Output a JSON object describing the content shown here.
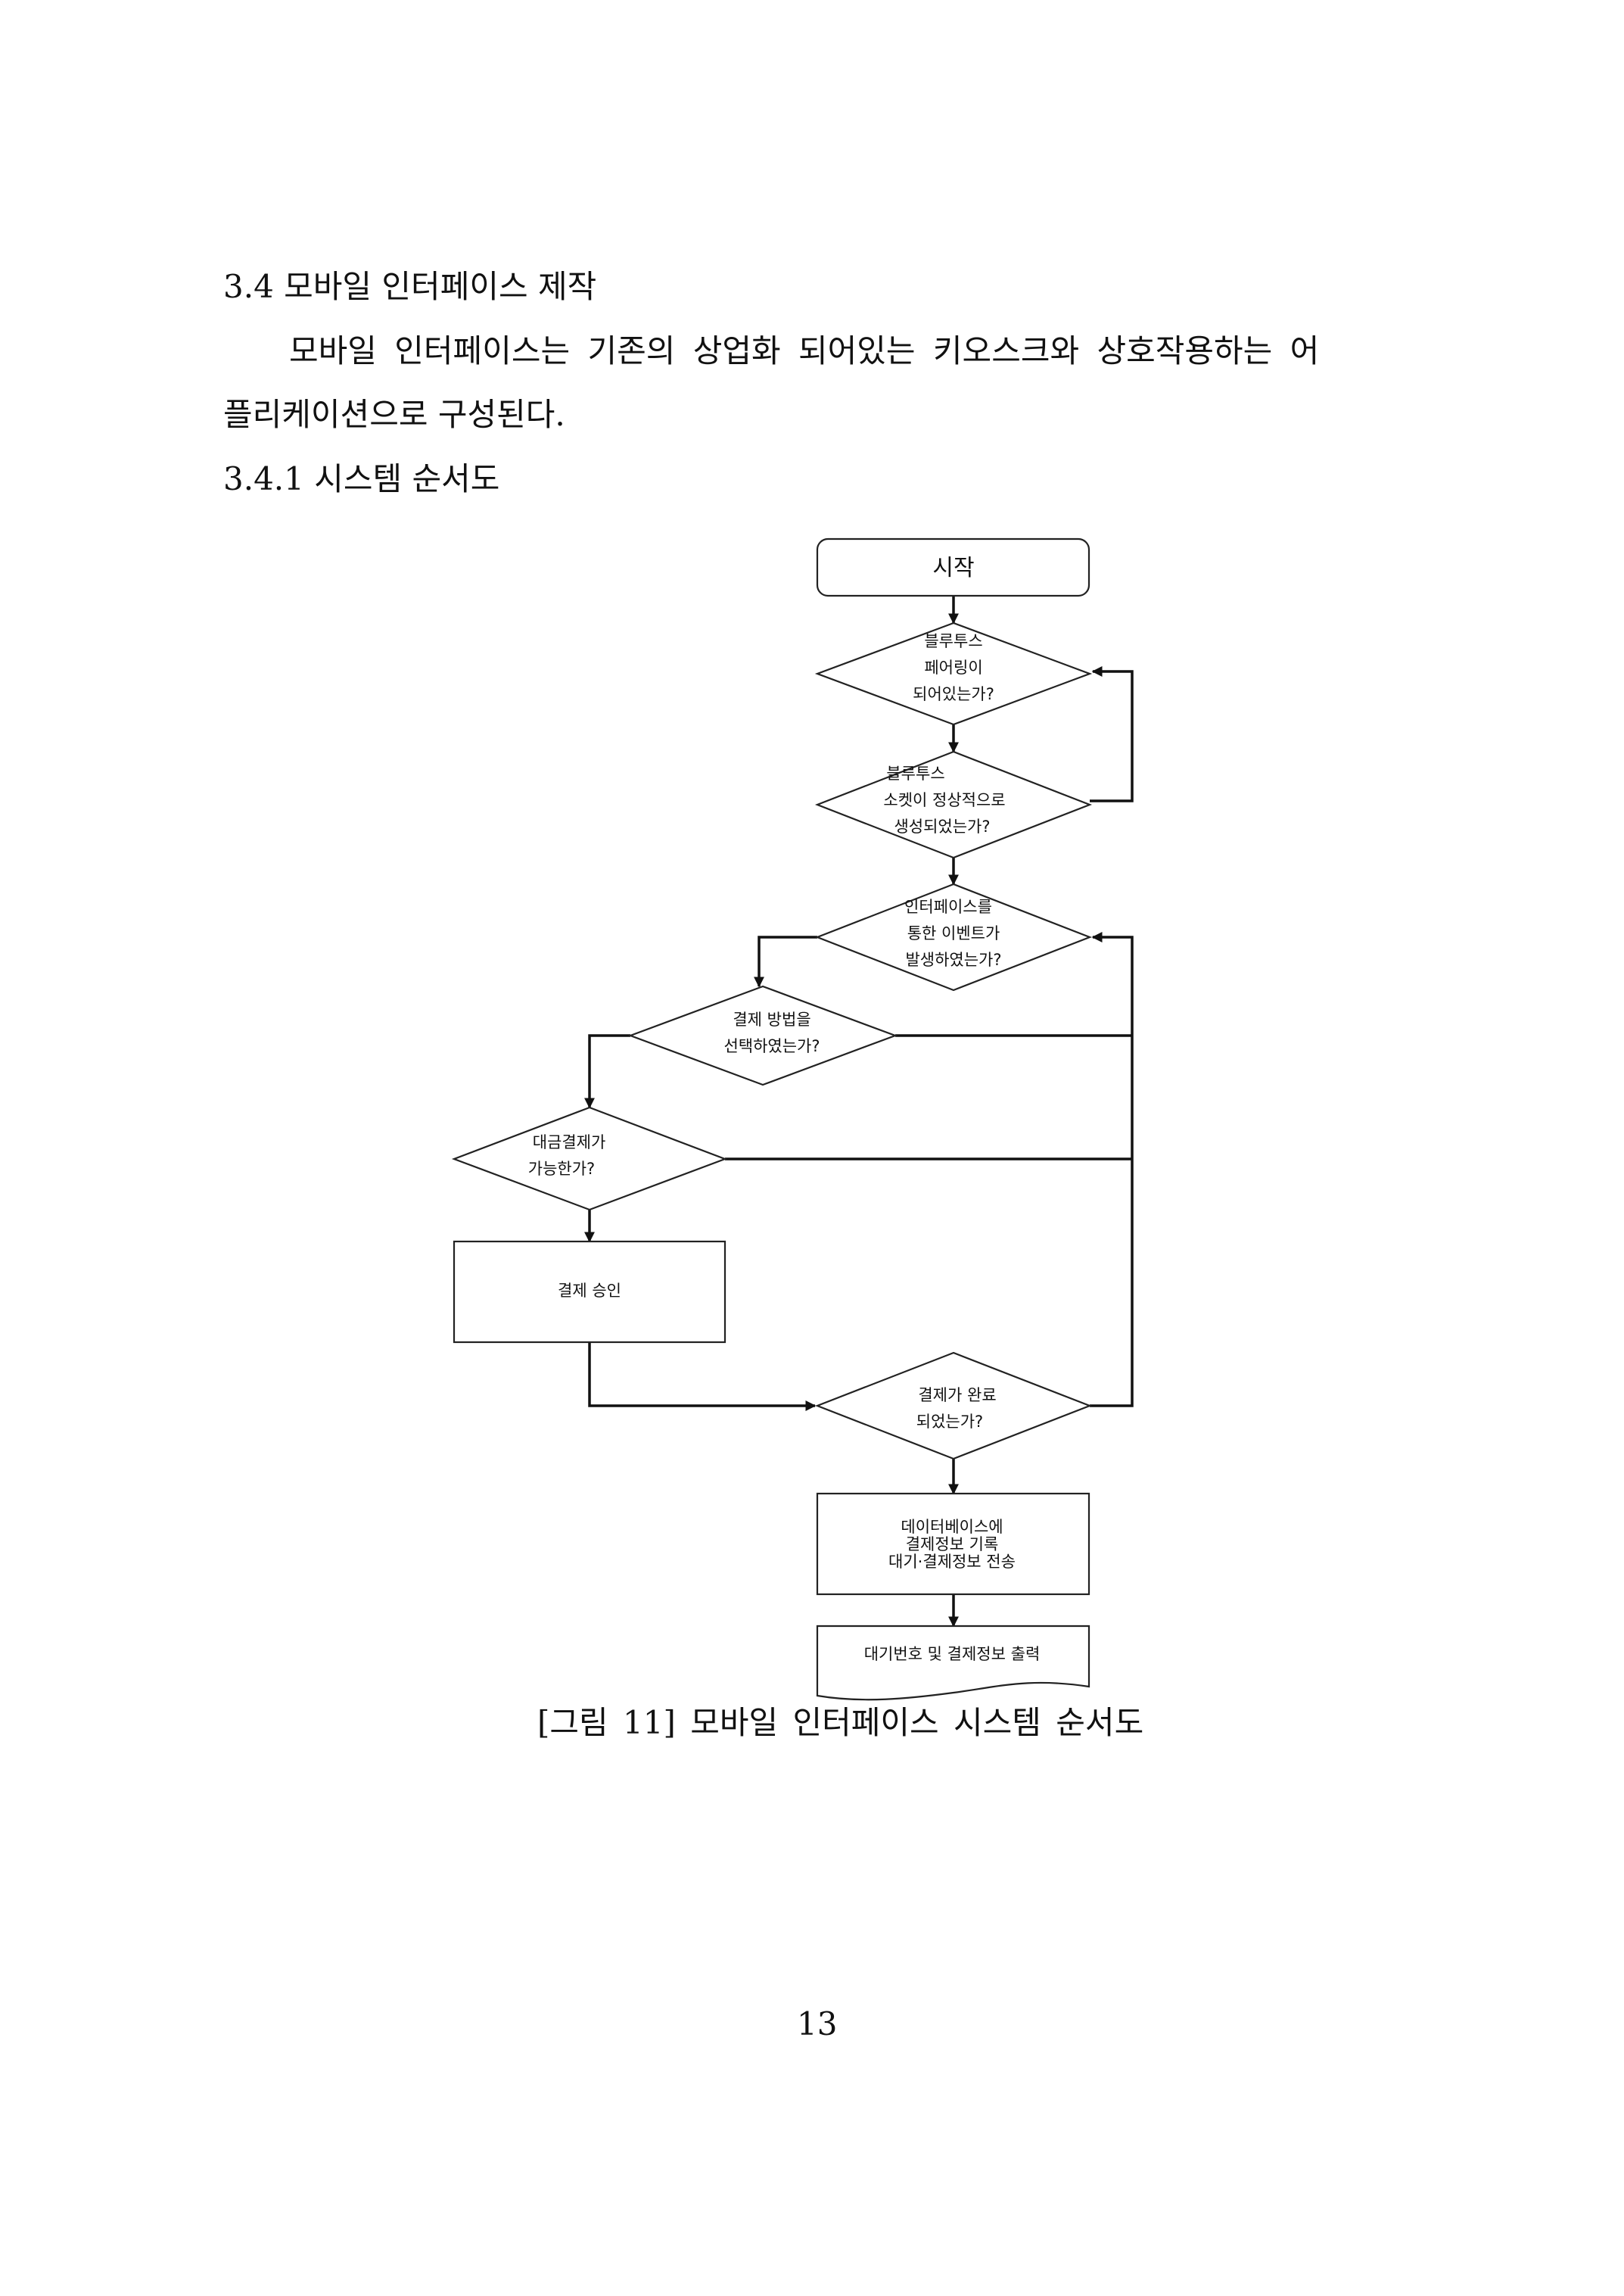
{
  "section": {
    "heading": "3.4 모바일 인터페이스 제작",
    "paragraph_line1": "모바일 인터페이스는 기존의 상업화 되어있는 키오스크와 상호작용하는 어",
    "paragraph_line2": "플리케이션으로 구성된다.",
    "subheading": "3.4.1 시스템 순서도"
  },
  "flowchart": {
    "start": "시작",
    "bt_pairing": [
      "블루투스",
      "페어링이",
      "되어있는가?"
    ],
    "bt_socket": [
      "블루투스",
      "소켓이 정상적으로",
      "생성되었는가?"
    ],
    "interface_event": [
      "인터페이스를",
      "통한 이벤트가",
      "발생하였는가?"
    ],
    "payment_method": [
      "결제 방법을",
      "선택하였는가?"
    ],
    "charge_possible": [
      "대금결제가",
      "가능한가?"
    ],
    "payment_approval": "결제 승인",
    "payment_complete": [
      "결제가 완료",
      "되었는가?"
    ],
    "db_record": [
      "데이터베이스에",
      "결제정보 기록",
      "대기·결제정보 전송"
    ],
    "print_output": "대기번호 및 결제정보 출력"
  },
  "caption": "[그림 11] 모바일 인터페이스 시스템 순서도",
  "page_number": "13"
}
